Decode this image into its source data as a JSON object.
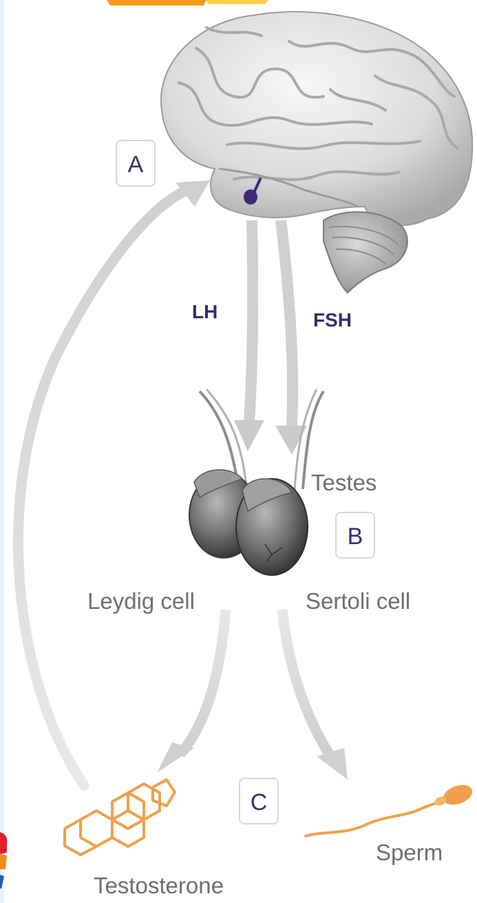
{
  "labels": {
    "box_a": "A",
    "box_b": "B",
    "box_c": "C",
    "lh": "LH",
    "fsh": "FSH",
    "testes": "Testes",
    "leydig": "Leydig cell",
    "sertoli": "Sertoli cell",
    "testosterone": "Testosterone",
    "sperm": "Sperm"
  },
  "colors": {
    "arrow": "#d3d3d3",
    "hormone_text": "#3a2a6e",
    "pituitary": "#3b2a78",
    "molecule": "#f0a04a",
    "sperm": "#f0a04a",
    "label_grey": "#6f6f6f"
  },
  "icons": {
    "brain": "brain-icon",
    "testes": "testes-icon",
    "molecule": "testosterone-molecule-icon",
    "sperm": "sperm-icon"
  }
}
